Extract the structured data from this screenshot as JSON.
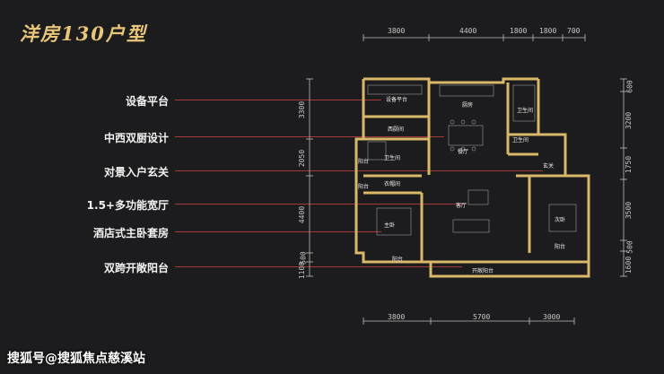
{
  "title": "洋房130户型",
  "features": [
    {
      "label": "设备平台"
    },
    {
      "label": "中西双厨设计"
    },
    {
      "label": "对景入户玄关"
    },
    {
      "label": "1.5+多功能宽厅"
    },
    {
      "label": "酒店式主卧套房"
    },
    {
      "label": "双跨开敞阳台"
    }
  ],
  "dims_top": [
    "3800",
    "4400",
    "1800",
    "1800",
    "700"
  ],
  "dims_bottom": [
    "3800",
    "5700",
    "3000"
  ],
  "dims_left": [
    "3300",
    "2050",
    "4400",
    "500",
    "1100"
  ],
  "dims_right": [
    "600",
    "3200",
    "1750",
    "3500",
    "500",
    "1600"
  ],
  "rooms": {
    "equip": "设备平台",
    "kitchen": "厨房",
    "dining": "餐厅",
    "ktchen2": "西厨间",
    "bath1": "卫生间",
    "bath2": "卫生间",
    "bath3": "卫生间",
    "closet": "衣帽间",
    "balcony1": "阳台",
    "balcony2": "阳台",
    "balcony3": "阳台",
    "balcony4": "阳台",
    "foyer": "玄关",
    "living": "客厅",
    "master": "主卧",
    "second": "次卧",
    "openbalcony": "开敞阳台"
  },
  "watermark": "搜狐号@搜狐焦点慈溪站",
  "colors": {
    "accent": "#e7c67a",
    "wall": "#d9b86a",
    "leader": "#a83838"
  }
}
